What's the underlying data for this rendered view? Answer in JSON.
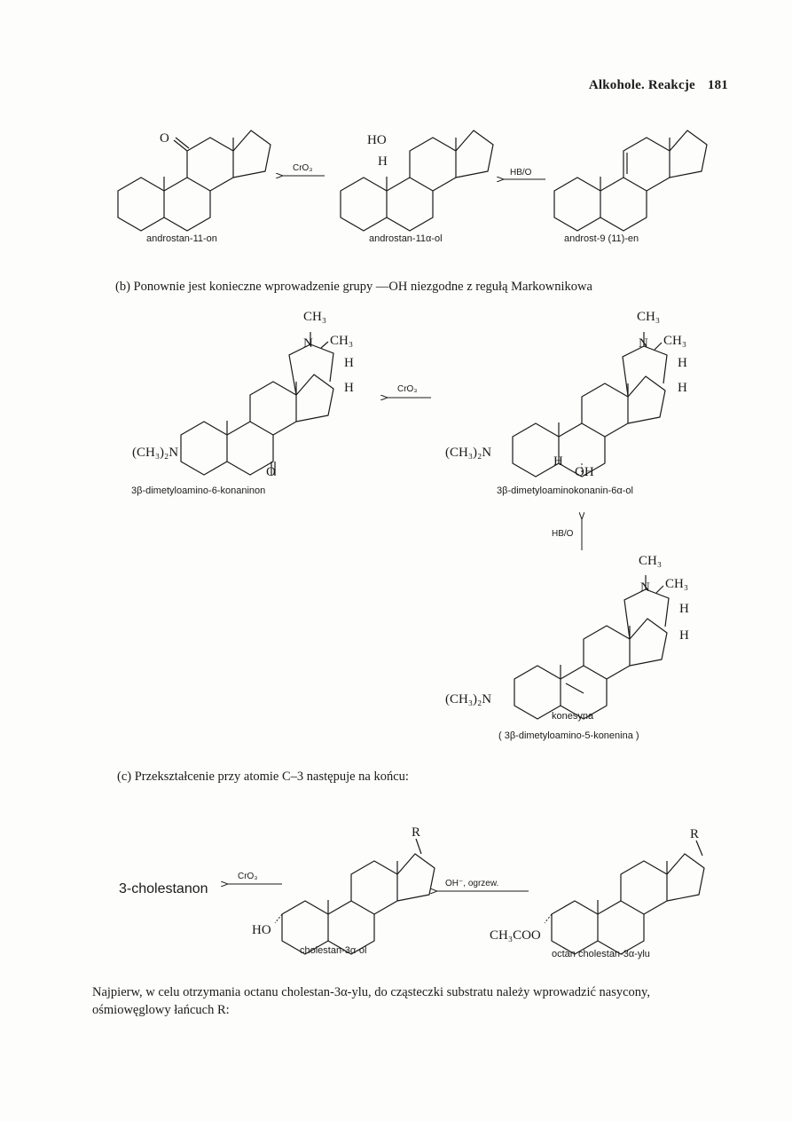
{
  "header": {
    "title": "Alkohole. Reakcje",
    "page_number": "181"
  },
  "section_a": {
    "compounds": [
      {
        "name": "androstan-11-on",
        "substituent": "O"
      },
      {
        "name": "androstan-11α-ol",
        "substituents": [
          "HO",
          "H"
        ]
      },
      {
        "name": "androst-9 (11)-en"
      }
    ],
    "reagents": [
      "CrO₃",
      "HB/O"
    ]
  },
  "section_b": {
    "intro": "(b) Ponownie jest konieczne wprowadzenie grupy —OH niezgodne z regułą Markownikowa",
    "compounds": [
      {
        "name": "3β-dimetyloamino-6-konaninon",
        "substituents": [
          "CH₃",
          "N",
          "CH₃",
          "H",
          "H",
          "(CH₃)₂N",
          "O"
        ]
      },
      {
        "name": "3β-dimetyloaminokonanin-6α-ol",
        "substituents": [
          "CH₃",
          "N",
          "CH₃",
          "H",
          "H",
          "(CH₃)₂N",
          "H",
          "OH"
        ]
      },
      {
        "name": "konesyna",
        "synonym": "( 3β-dimetyloamino-5-konenina )",
        "substituents": [
          "CH₃",
          "N",
          "CH₃",
          "H",
          "H",
          "(CH₃)₂N"
        ]
      }
    ],
    "reagents": [
      "CrO₃",
      "HB/O"
    ]
  },
  "section_c": {
    "intro": "(c) Przekształcenie przy atomie C–3 następuje na końcu:",
    "product": "3-cholestanon",
    "compounds": [
      {
        "name": "cholestan-3α-ol",
        "substituents": [
          "R",
          "HO"
        ]
      },
      {
        "name": "octan cholestan-3α-ylu",
        "substituents": [
          "R",
          "CH₃COO"
        ]
      }
    ],
    "reagents": [
      "CrO₃",
      "OH⁻, ogrzew."
    ]
  },
  "footer_text": "Najpierw, w celu otrzymania octanu cholestan-3α-ylu, do cząsteczki substratu należy wprowadzić nasycony, ośmiowęglowy łańcuch R:"
}
